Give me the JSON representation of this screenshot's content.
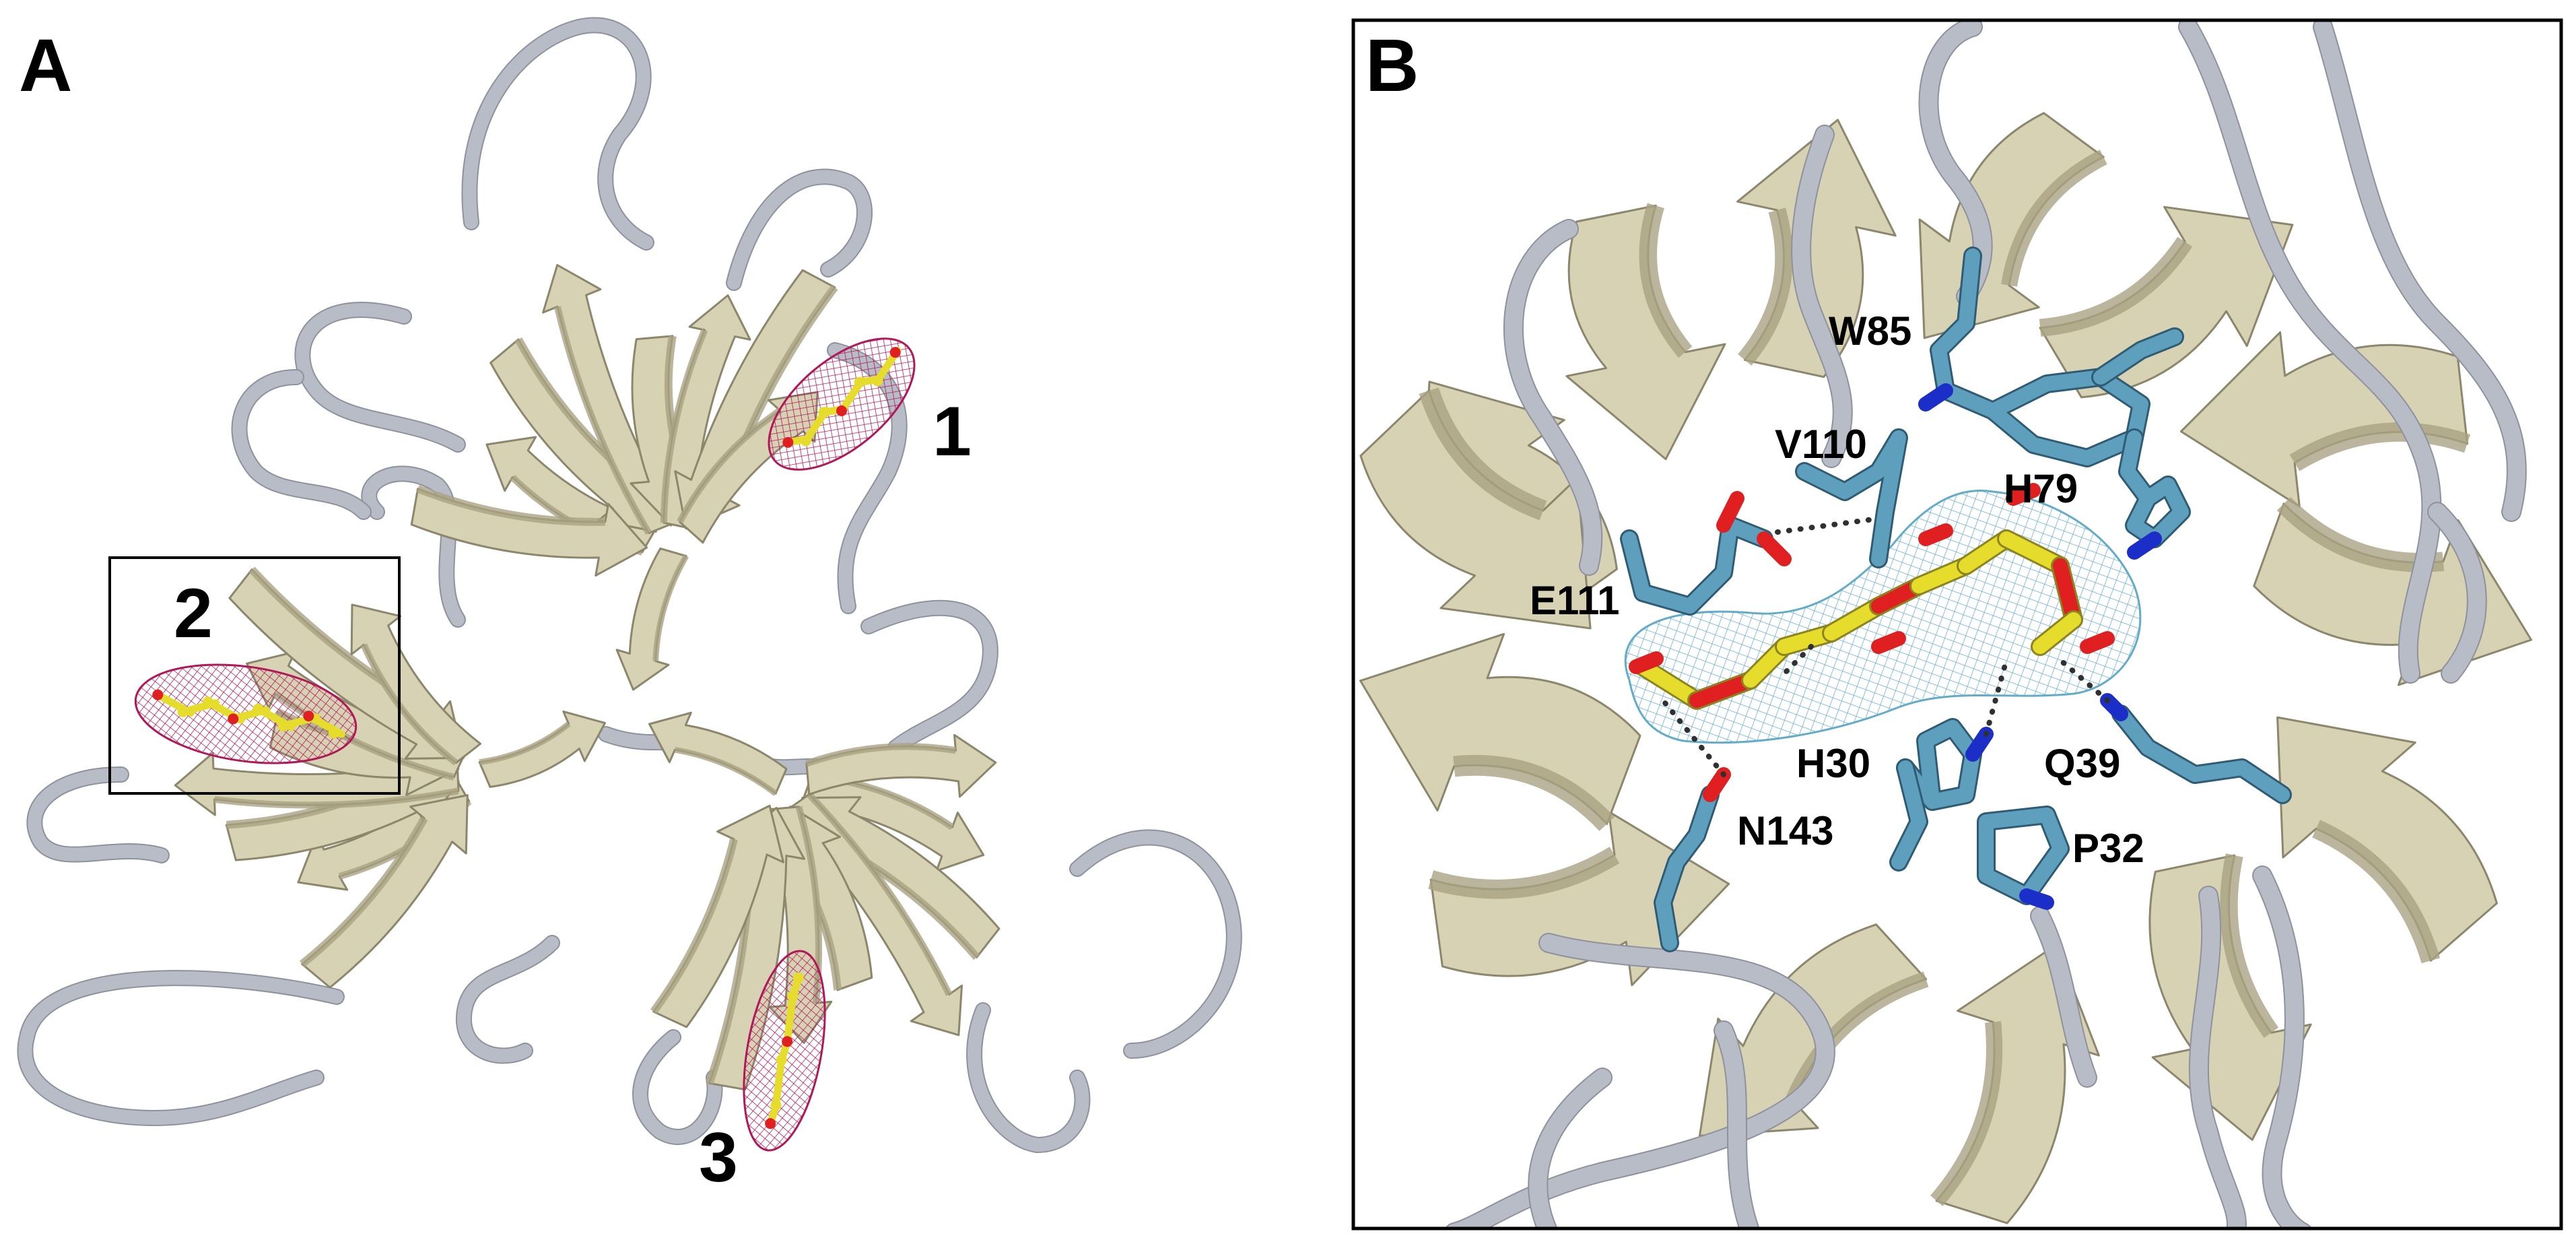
{
  "panel_a": {
    "label": "A",
    "site_labels": [
      "1",
      "2",
      "3"
    ]
  },
  "panel_b": {
    "label": "B",
    "residues": [
      "W85",
      "V110",
      "H79",
      "E111",
      "H30",
      "Q39",
      "N143",
      "P32"
    ]
  },
  "colors": {
    "strand_face": "#d8d2b4",
    "strand_dark": "#a9a283",
    "strand_edge": "#8c866c",
    "coil": "#b8bcc6",
    "density_a": "#b0185a",
    "density_b": "#5aa8c8",
    "ligand_carbon": "#e6dc2c",
    "oxygen": "#e02020",
    "residue_carbon": "#5f9fbe",
    "nitrogen": "#1c2ec8",
    "hbond": "#303030",
    "frame": "#000000"
  }
}
